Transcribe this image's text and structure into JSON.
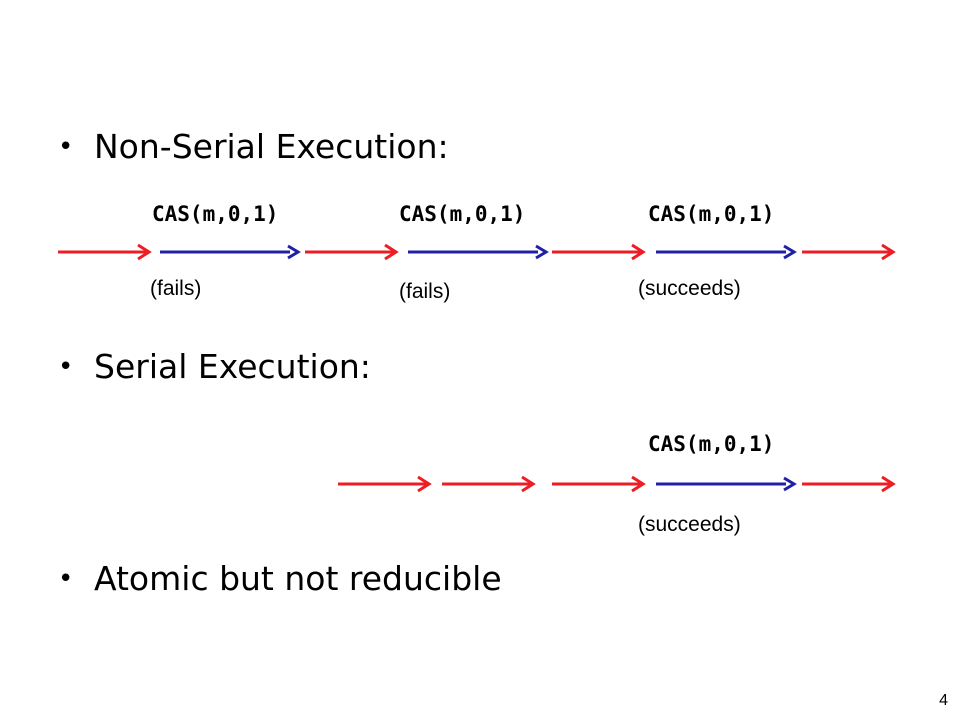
{
  "colors": {
    "red_arrow": "#ee1c24",
    "blue_segment": "#1f1fa8"
  },
  "bullets": [
    "Non-Serial Execution:",
    "Serial Execution:",
    "Atomic but not reducible"
  ],
  "nonserial": {
    "ops": [
      "CAS(m,0,1)",
      "CAS(m,0,1)",
      "CAS(m,0,1)"
    ],
    "results": [
      "(fails)",
      "(fails)",
      "(succeeds)"
    ]
  },
  "serial": {
    "op": "CAS(m,0,1)",
    "result": "(succeeds)"
  },
  "page_number": "4"
}
